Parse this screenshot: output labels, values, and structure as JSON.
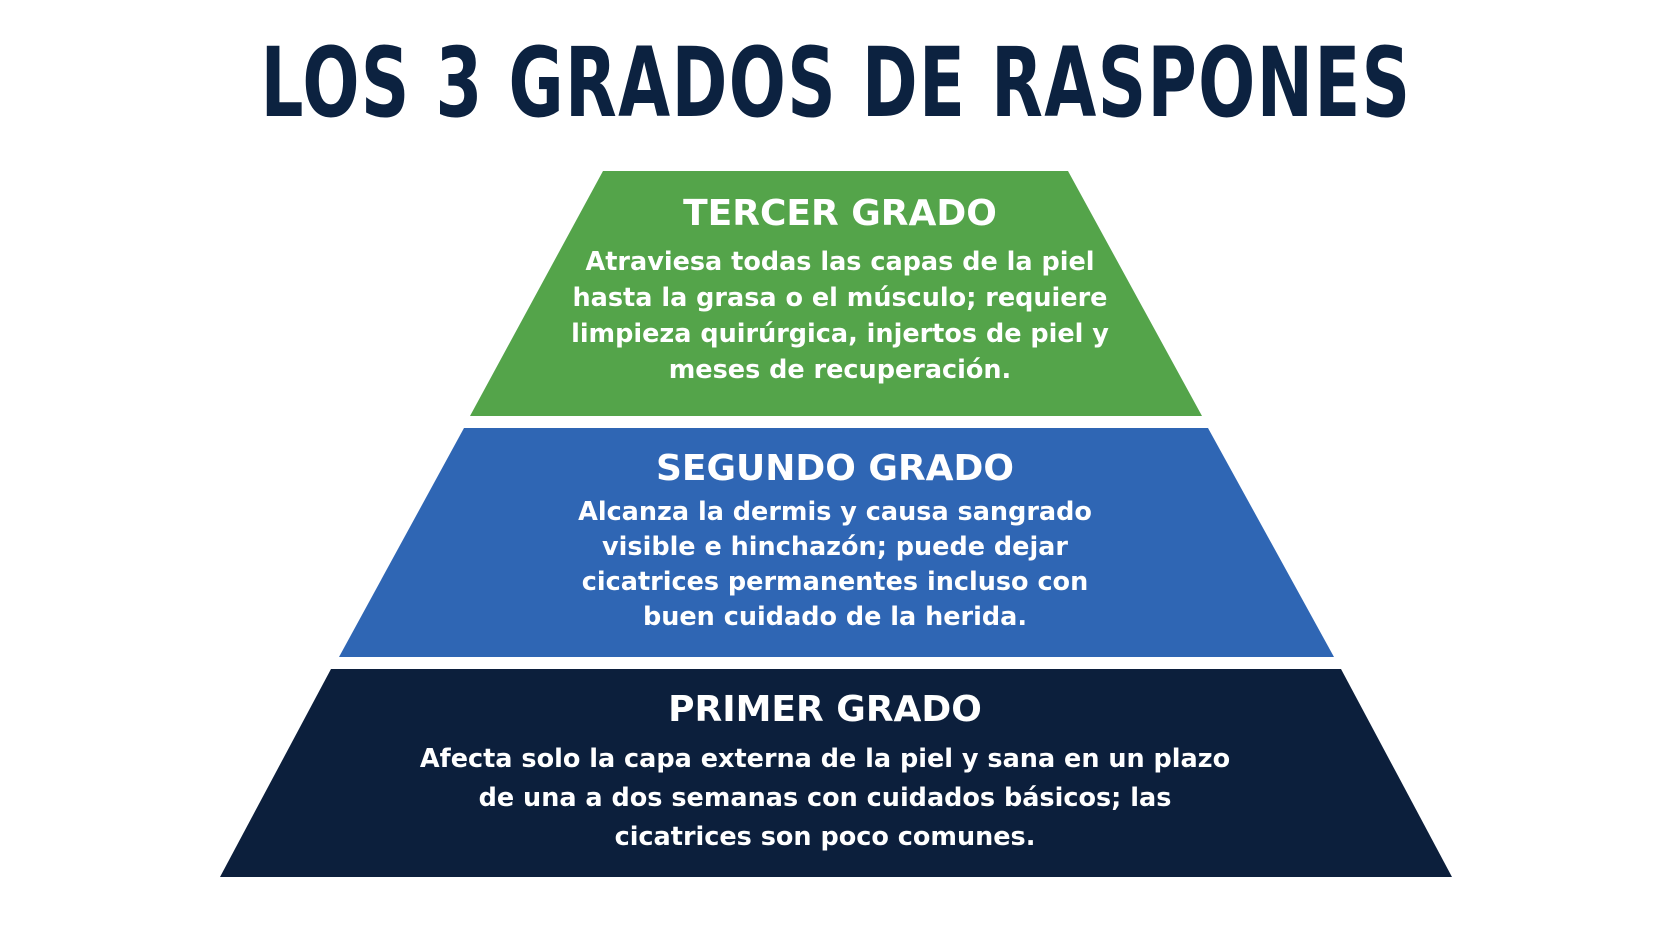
{
  "title": "LOS 3 GRADOS DE RASPONES",
  "tiers": [
    {
      "heading": "TERCER GRADO",
      "description": "Atraviesa todas las capas de la piel hasta la grasa o el músculo; requiere limpieza quirúrgica, injertos de piel y meses de recuperación.",
      "color": "#54a44a"
    },
    {
      "heading": "SEGUNDO GRADO",
      "description": "Alcanza la dermis y causa sangrado visible e hinchazón; puede dejar cicatrices permanentes incluso con buen cuidado de la herida.",
      "color": "#2f66b4"
    },
    {
      "heading": "PRIMER GRADO",
      "description": "Afecta solo la capa externa de la piel y sana en un plazo de una a dos semanas con cuidados básicos; las cicatrices son poco comunes.",
      "color": "#0c1f3c"
    }
  ]
}
